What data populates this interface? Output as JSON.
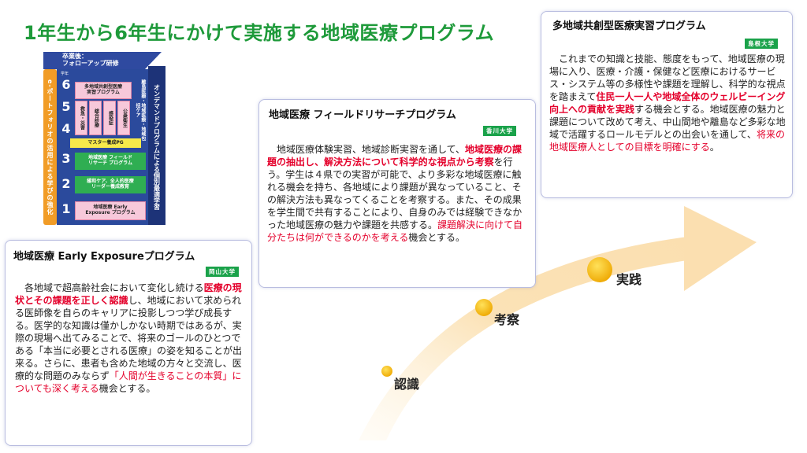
{
  "page": {
    "title": "1年生から6年生にかけて実施する地域医療プログラム"
  },
  "diagram": {
    "top_banner": "卒業後：\nフォローアップ研修",
    "left_bar": "e-ポートフォリオの活用による学びの強化",
    "right_bar": "オンデマンドプログラムによる個別最適学習",
    "mid_vertical": "離島医療・地域医療・地域包括ケア",
    "grade_caption": "学年",
    "grades": [
      "6",
      "5",
      "4",
      "3",
      "2",
      "1"
    ],
    "box_multi": "多地域共創型医療\n実習プログラム",
    "box_kyukyu": "救急・災害",
    "box_sogo": "総合診療",
    "box_kansen": "感染症",
    "box_kosyu": "公衆衛生",
    "box_master": "マスター養成PG",
    "box_field": "地域医療 フィールド\nリサーチ プログラム",
    "box_care": "緩和ケア、全人的医療\nリーダー養成教育",
    "box_early": "地域医療 Early\nExposure プログラム"
  },
  "left_card": {
    "title": "地域医療 Early Exposureプログラム",
    "university": "岡山大学",
    "body_1": "各地域で超高齢社会において変化し続ける",
    "body_hl_1": "医療の現状とその課題を正しく認識",
    "body_2": "し、地域において求められる医師像を自らのキャリアに投影しつつ学び成長する。医学的な知識は僅かしかない時期ではあるが、実際の現場へ出てみることで、将来のゴールのひとつである「本当に必要とされる医療」の姿を知ることが出来る。さらに、患者も含めた地域の方々と交流し、医療的な問題のみならず",
    "body_hl_2": "「人間が生きることの本質」についても深く考える",
    "body_3": "機会とする。"
  },
  "mid_card": {
    "title": "地域医療 フィールドリサーチプログラム",
    "university": "香川大学",
    "body_1": "地域医療体験実習、地域診断実習を通して、",
    "body_hl_1": "地域医療の課題の抽出し、解決方法について科学的な視点から考察",
    "body_2": "を行う。学生は４県での実習が可能で、より多彩な地域医療に触れる機会を持ち、各地域により課題が異なっていること、その解決方法も異なってくることを考察する。また、その成果を学生間で共有することにより、自身のみでは経験できなかった地域医療の魅力や課題を共感する。",
    "body_hl_2": "課題解決に向けて自分たちは何ができるのかを考える",
    "body_3": "機会とする。"
  },
  "right_card": {
    "title": "多地域共創型医療実習プログラム",
    "university": "島根大学",
    "body_1": "これまでの知識と技能、態度をもって、地域医療の現場に入り、医療・介護・保健など医療におけるサービス・システム等の多様性や課題を理解し、科学的な視点を踏まえて",
    "body_hl_1": "住民一人一人や地域全体のウェルビーイング向上への貢献を実践",
    "body_2": "する機会とする。地域医療の魅力と課題について改めて考え、中山間地や離島など多彩な地域で活躍するロールモデルとの出会いを通して、",
    "body_hl_2": "将来の地域医療人としての目標を明確にする",
    "body_3": "。"
  },
  "stages": [
    "認識",
    "考察",
    "実践"
  ],
  "colors": {
    "title_green": "#1e9a3a",
    "badge_green": "#1aa24a",
    "highlight_red": "#e4002b",
    "arrow_cream": "#fbe8c4",
    "dot_gold": "#f2b300"
  }
}
